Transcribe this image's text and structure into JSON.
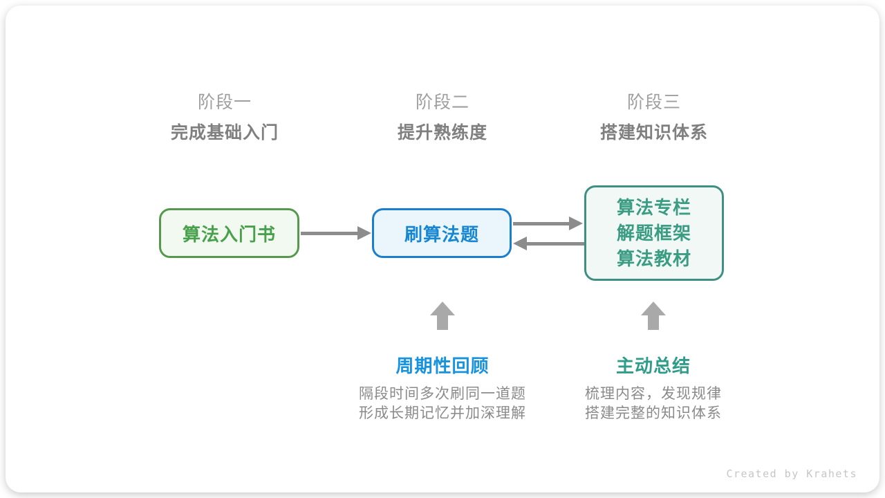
{
  "stages": [
    {
      "title": "阶段一",
      "subtitle": "完成基础入门"
    },
    {
      "title": "阶段二",
      "subtitle": "提升熟练度"
    },
    {
      "title": "阶段三",
      "subtitle": "搭建知识体系"
    }
  ],
  "boxes": [
    {
      "label": "算法入门书"
    },
    {
      "label": "刷算法题"
    },
    {
      "lines": [
        "算法专栏",
        "解题框架",
        "算法教材"
      ]
    }
  ],
  "annotations": [
    {
      "label": "周期性回顾",
      "desc": [
        "隔段时间多次刷同一道题",
        "形成长期记忆并加深理解"
      ]
    },
    {
      "label": "主动总结",
      "desc": [
        "梳理内容，发现规律",
        "搭建完整的知识体系"
      ]
    }
  ],
  "watermark": "Created by Krahets",
  "colors": {
    "stage_title_gray": "#9E9E9E",
    "stage_subtitle_gray": "#7F7F7F",
    "green_border": "#56994E",
    "green_bg": "#F2F9F0",
    "green_text": "#47A14B",
    "blue_border": "#1B7ECC",
    "blue_bg": "#EBF5FC",
    "blue_text": "#1787D2",
    "teal_border": "#3F9082",
    "teal_bg": "#F1F8F5",
    "teal_text": "#3A9C83",
    "arrow_gray": "#8C8C8C",
    "up_arrow_gray": "#A9A9A9",
    "label_blue": "#1792DE",
    "label_teal": "#2E9C88",
    "desc_gray": "#8A8A8A",
    "watermark_gray": "#C6C6C6"
  }
}
